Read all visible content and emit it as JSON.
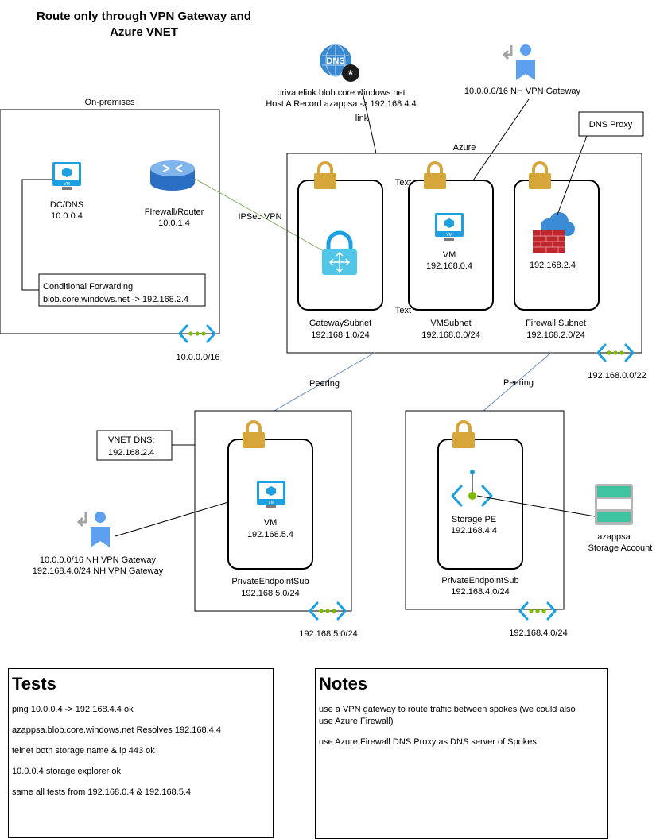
{
  "title_line1": "Route only through VPN Gateway and",
  "title_line2": "Azure VNET",
  "dns_zone": {
    "line1": "privatelink.blob.core.windows.net",
    "line2": "Host A Record azappsa -> 192.168.4.4",
    "link_label": "link"
  },
  "route_top": "10.0.0.0/16 NH VPN Gateway",
  "onprem": {
    "label": "On-premises",
    "dc_name": "DC/DNS",
    "dc_ip": "10.0.0.4",
    "fw_name": "FIrewall/Router",
    "fw_ip": "10.0.1.4",
    "cond_line1": "Conditional Forwarding",
    "cond_line2": "blob.core.windows.net -> 192.168.2.4",
    "cidr": "10.0.0.0/16"
  },
  "ipsec_label": "IPSec VPN",
  "azure": {
    "label": "Azure",
    "cidr": "192.168.0.0/22",
    "text_top": "Text",
    "text_bottom": "Text",
    "dns_proxy": "DNS Proxy",
    "gateway_subnet": "GatewaySubnet",
    "gateway_cidr": "192.168.1.0/24",
    "vm_label": "VM",
    "vm_ip": "192.168.0.4",
    "vm_subnet": "VMSubnet",
    "vm_cidr": "192.168.0.0/24",
    "fw_ip": "192.168.2.4",
    "fw_subnet": "Firewall Subnet",
    "fw_cidr": "192.168.2.0/24"
  },
  "peering_left": "Peering",
  "peering_right": "Peering",
  "spoke1": {
    "vnet_dns_line1": "VNET DNS:",
    "vnet_dns_line2": "192.168.2.4",
    "vm_label": "VM",
    "vm_ip": "192.168.5.4",
    "subnet": "PrivateEndpointSub",
    "subnet_cidr": "192.168.5.0/24",
    "cidr": "192.168.5.0/24",
    "route1": "10.0.0.0/16 NH VPN Gateway",
    "route2": "192.168.4.0/24 NH VPN Gateway"
  },
  "spoke2": {
    "pe_label": "Storage PE",
    "pe_ip": "192.168.4.4",
    "subnet": "PrivateEndpointSub",
    "subnet_cidr": "192.168.4.0/24",
    "cidr": "192.168.4.0/24",
    "storage_name": "azappsa",
    "storage_type": "Storage Account"
  },
  "tests": {
    "heading": "Tests",
    "items": [
      "ping 10.0.0.4 -> 192.168.4.4 ok",
      "azappsa.blob.core.windows.net Resolves 192.168.4.4",
      "telnet both storage name & ip 443 ok",
      "10.0.0.4 storage explorer ok",
      "same all tests from 192.168.0.4 & 192.168.5.4"
    ]
  },
  "notes": {
    "heading": "Notes",
    "note1_line1": "use a VPN gateway to route traffic between spokes (we could also",
    "note1_line2": "use Azure Firewall)",
    "note2": "use Azure Firewall DNS Proxy as DNS server of Spokes"
  },
  "icons": {
    "vm": "vm-icon",
    "dns": "dns-zone-icon",
    "router": "router-icon",
    "route_table": "route-table-icon",
    "lock": "lock-icon",
    "vpn_gateway": "vpn-gateway-icon",
    "firewall": "firewall-icon",
    "vnet": "vnet-icon",
    "private_endpoint": "private-endpoint-icon",
    "storage": "storage-account-icon"
  },
  "colors": {
    "azure_blue": "#1ba1e2",
    "lock_gold": "#d6a63a",
    "vnet_green": "#7fba00",
    "ipsec_line": "#82b366",
    "peering_line": "#6c8ebf"
  }
}
